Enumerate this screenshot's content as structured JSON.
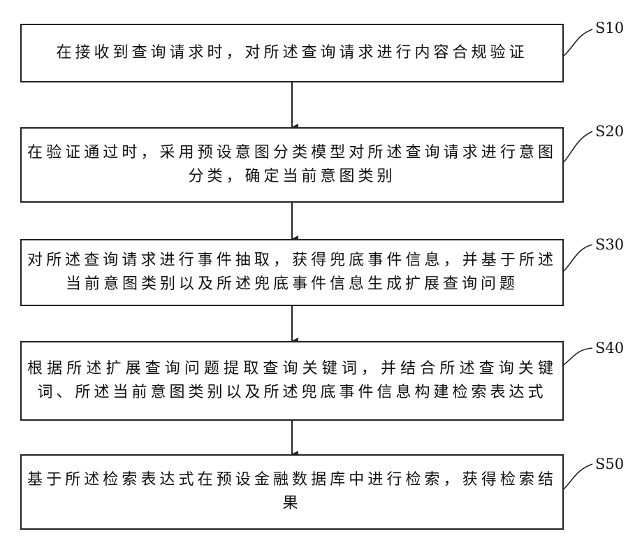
{
  "steps": [
    {
      "label": "S10",
      "text": "在接收到查询请求时，对所述查询请求进行内容合规验证"
    },
    {
      "label": "S20",
      "text": "在验证通过时，采用预设意图分类模型对所述查询请求进行意图分类，确定当前意图类别"
    },
    {
      "label": "S30",
      "text": "对所述查询请求进行事件抽取，获得兜底事件信息，并基于所述当前意图类别以及所述兜底事件信息生成扩展查询问题"
    },
    {
      "label": "S40",
      "text": "根据所述扩展查询问题提取查询关键词，并结合所述查询关键词、所述当前意图类别以及所述兜底事件信息构建检索表达式"
    },
    {
      "label": "S50",
      "text": "基于所述检索表达式在预设金融数据库中进行检索，获得检索结果"
    }
  ],
  "colors": {
    "line": "#222222",
    "text": "#111111"
  }
}
